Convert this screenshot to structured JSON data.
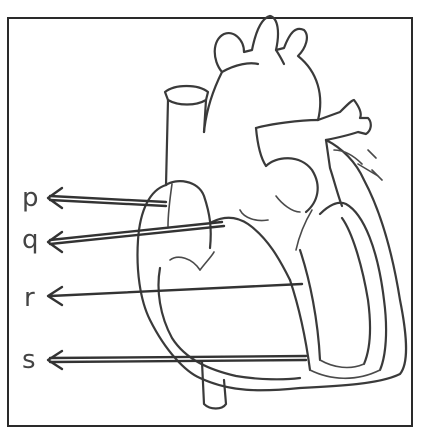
{
  "diagram": {
    "labels": [
      {
        "key": "p",
        "text": "p"
      },
      {
        "key": "q",
        "text": "q"
      },
      {
        "key": "r",
        "text": "r"
      },
      {
        "key": "s",
        "text": "s"
      }
    ]
  },
  "colors": {
    "line": "#3a3a3a",
    "background": "#ffffff"
  }
}
